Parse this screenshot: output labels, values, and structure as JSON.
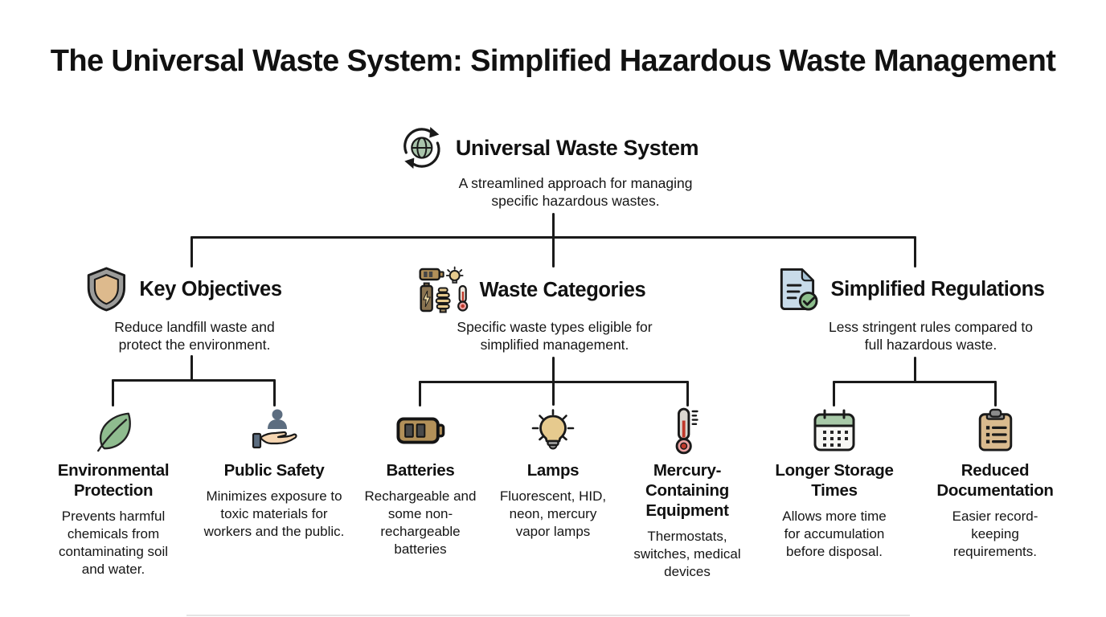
{
  "page": {
    "title": "The Universal Waste System: Simplified Hazardous Waste Management"
  },
  "root": {
    "icon": "globe-recycle-icon",
    "title": "Universal Waste System",
    "subtitle": "A streamlined approach for managing specific hazardous wastes."
  },
  "branches": [
    {
      "icon": "shield-icon",
      "title": "Key Objectives",
      "subtitle": "Reduce landfill waste and protect the environment.",
      "children": [
        {
          "icon": "leaf-icon",
          "title": "Environmental Protection",
          "description": "Prevents harmful chemicals from contaminating soil and water."
        },
        {
          "icon": "hand-holding-person-icon",
          "title": "Public Safety",
          "description": "Minimizes exposure to toxic materials for workers and the public."
        }
      ]
    },
    {
      "icon": "waste-items-icon",
      "title": "Waste Categories",
      "subtitle": "Specific waste types eligible for simplified management.",
      "children": [
        {
          "icon": "battery-icon",
          "title": "Batteries",
          "description": "Rechargeable and some non-rechargeable batteries"
        },
        {
          "icon": "lightbulb-icon",
          "title": "Lamps",
          "description": "Fluorescent, HID, neon, mercury vapor lamps"
        },
        {
          "icon": "thermometer-icon",
          "title": "Mercury-Containing Equipment",
          "description": "Thermostats, switches, medical devices"
        }
      ]
    },
    {
      "icon": "document-check-icon",
      "title": "Simplified Regulations",
      "subtitle": "Less stringent rules compared to full hazardous waste.",
      "children": [
        {
          "icon": "calendar-icon",
          "title": "Longer Storage Times",
          "description": "Allows more time for accumulation before disposal."
        },
        {
          "icon": "clipboard-icon",
          "title": "Reduced Documentation",
          "description": "Easier record-keeping requirements."
        }
      ]
    }
  ],
  "colors": {
    "background": "#ffffff",
    "text": "#111111",
    "connector": "#1a1a1a",
    "globe_green": "#a9c4ab",
    "shield_gray": "#9c9c9a",
    "shield_tan": "#ddba8d",
    "battery_tan": "#b29059",
    "battery_dark_tan": "#8a7350",
    "bulb_yellow": "#e6ca8e",
    "thermometer_red": "#c0392b",
    "thermometer_pink": "#eda3a3",
    "leaf_green": "#8fbc8f",
    "hand_peach": "#f6d6b2",
    "person_slate": "#5c6d80",
    "doc_blue": "#c8dbe9",
    "check_green": "#8cbe8c",
    "calendar_green": "#a8c9a8",
    "clipboard_tan": "#d9ba8e"
  }
}
